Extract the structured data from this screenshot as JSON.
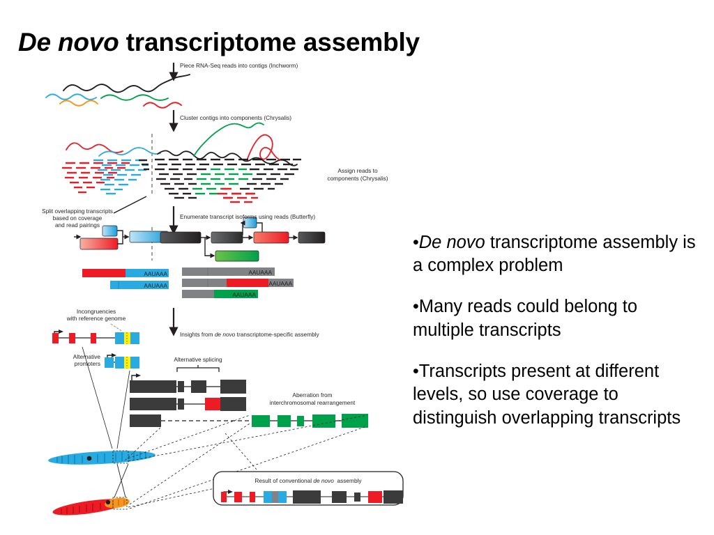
{
  "slide": {
    "title_italic": "De novo",
    "title_rest": " transcriptome assembly",
    "background": "#ffffff"
  },
  "bullets": [
    {
      "dot": "•",
      "italic": "De novo",
      "text": " transcriptome assembly is a complex problem"
    },
    {
      "dot": "•",
      "italic": "",
      "text": "Many reads could belong to multiple transcripts"
    },
    {
      "dot": "•",
      "italic": "",
      "text": "Transcripts present at different levels, so use coverage to distinguish overlapping transcripts"
    }
  ],
  "figure": {
    "labels": {
      "step1": "Piece RNA-Seq reads into contigs (Inchworm)",
      "step2": "Cluster contigs into components (Chrysalis)",
      "assign_line1": "Assign reads to",
      "assign_line2": "components (Chrysalis)",
      "split_line1": "Split overlapping transcripts",
      "split_line2": "based on coverage",
      "split_line3": "and read pairings",
      "step3": "Enumerate transcript isoforms using reads (Butterfly)",
      "polya": "AAUAAA",
      "insights_pre": "Insights from ",
      "insights_italic": "de novo",
      "insights_post": " transcriptome-specific assembly",
      "incongruencies_line1": "Incongruencies",
      "incongruencies_line2": "with reference genome",
      "altpromoters_line1": "Alternative",
      "altpromoters_line2": "promoters",
      "altsplicing": "Alternative splicing",
      "aberration_line1": "Aberration from",
      "aberration_line2": "interchromosomal rearrangement",
      "result_pre": "Result of conventional ",
      "result_italic": "de novo",
      "result_post": "  assembly"
    },
    "colors": {
      "black": "#231f20",
      "red": "#ed1c24",
      "green": "#00a14b",
      "blue": "#29abe2",
      "orange": "#f7941e",
      "gray": "#808285",
      "darkgray": "#3b3b3b",
      "yellow": "#fff200",
      "cyan_chrom": "#29abe2",
      "red_chrom": "#ed1c24"
    }
  }
}
